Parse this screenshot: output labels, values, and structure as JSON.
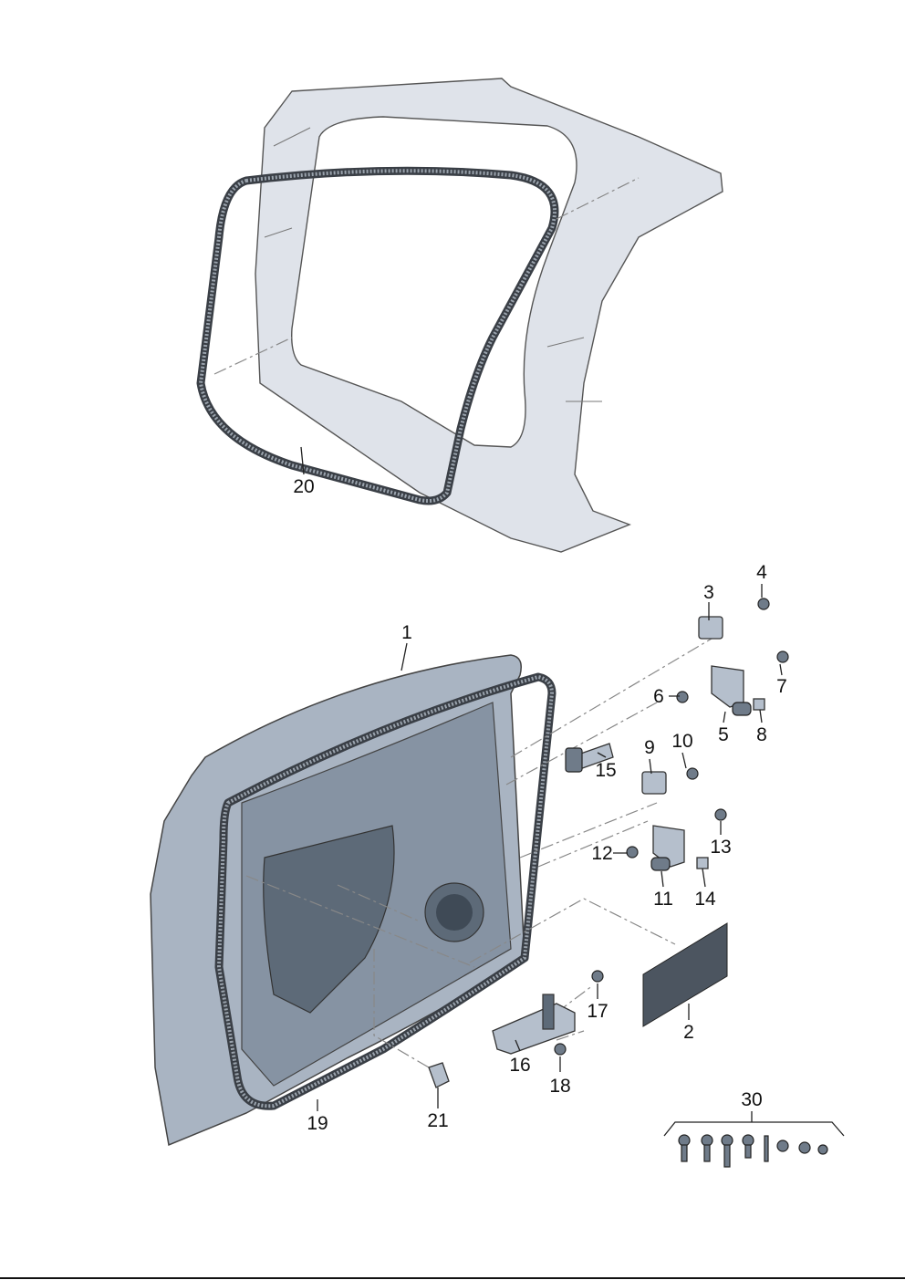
{
  "diagram": {
    "title": "Door, door seal and hinges parts diagram",
    "labels": {
      "p1": "1",
      "p2": "2",
      "p3": "3",
      "p4": "4",
      "p5": "5",
      "p6": "6",
      "p7": "7",
      "p8": "8",
      "p9": "9",
      "p10": "10",
      "p11": "11",
      "p12": "12",
      "p13": "13",
      "p14": "14",
      "p15": "15",
      "p16": "16",
      "p17": "17",
      "p18": "18",
      "p19": "19",
      "p20": "20",
      "p21": "21",
      "p30": "30"
    }
  }
}
